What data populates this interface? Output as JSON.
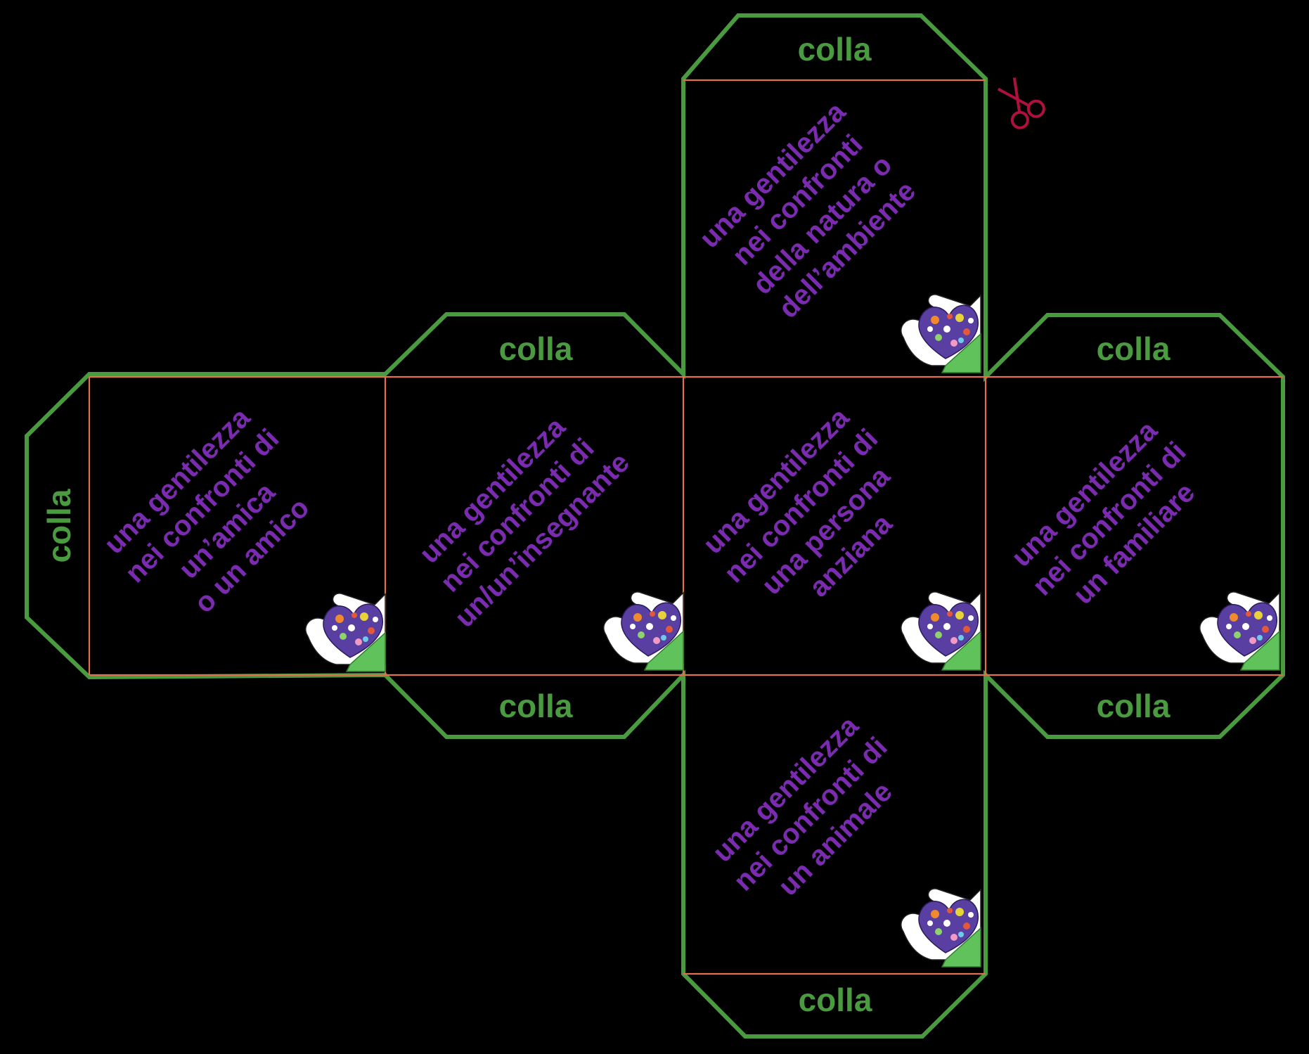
{
  "glue_label": "colla",
  "colors": {
    "background": "#000000",
    "cut_outline": "#4a9a3f",
    "fold_line": "#e0704f",
    "glue_text": "#4a9a3f",
    "face_text": "#7a2bb0",
    "scissors": "#b0103c"
  },
  "faces": {
    "top": [
      "una gentilezza",
      "nei confronti",
      "della natura o",
      "dell’ambiente"
    ],
    "left": [
      "una gentilezza",
      "nei confronti di",
      "un’amica",
      "o un amico"
    ],
    "center_left": [
      "una gentilezza",
      "nei confronti di",
      "un/un’insegnante"
    ],
    "center": [
      "una gentilezza",
      "nei confronti di",
      "una persona",
      "anziana"
    ],
    "right": [
      "una gentilezza",
      "nei confronti di",
      "un familiare"
    ],
    "bottom": [
      "una gentilezza",
      "nei confronti di",
      "un animale"
    ]
  },
  "icons": {
    "face_decoration": "hands-holding-flower-heart-icon",
    "cut_marker": "scissors-icon"
  }
}
